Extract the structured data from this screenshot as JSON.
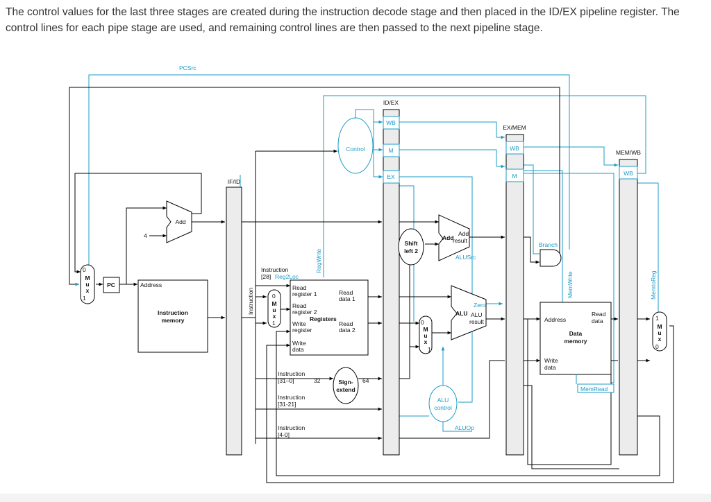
{
  "caption": "The control values for the last three stages are created during the instruction decode stage and then placed in the ID/EX pipeline register. The control lines for each pipe stage are used, and remaining control lines are then passed to the next pipeline stage.",
  "labels": {
    "pcsrc": "PCSrc",
    "id_ex": "ID/EX",
    "ex_mem": "EX/MEM",
    "mem_wb": "MEM/WB",
    "if_id": "IF/ID",
    "wb": "WB",
    "m": "M",
    "ex": "EX",
    "control": "Control",
    "add": "Add",
    "four": "4",
    "pc": "PC",
    "address": "Address",
    "instruction_memory": [
      "Instruction",
      "memory"
    ],
    "instruction_vertical": "Instruction",
    "instruction_28": [
      "Instruction",
      "[28]"
    ],
    "reg2loc": "Reg2Loc",
    "regwrite": "RegWrite",
    "read_register_1": [
      "Read",
      "register 1"
    ],
    "read_register_2": [
      "Read",
      "register 2"
    ],
    "write_register": [
      "Write",
      "register"
    ],
    "write_data": [
      "Write",
      "data"
    ],
    "read_data_1": [
      "Read",
      "data 1"
    ],
    "read_data_2": [
      "Read",
      "data 2"
    ],
    "registers": "Registers",
    "instruction_31_0": [
      "Instruction",
      "[31–0]"
    ],
    "thirty_two": "32",
    "sixty_four": "64",
    "sign_extend": [
      "Sign-",
      "extend"
    ],
    "instruction_31_21": [
      "Instruction",
      "[31-21]"
    ],
    "instruction_4_0": [
      "Instruction",
      "[4-0]"
    ],
    "shift_left_2": [
      "Shift",
      "left 2"
    ],
    "add_alu": "Add",
    "add_result": [
      "Add",
      "result"
    ],
    "alusrc": "ALUSrc",
    "alu": "ALU",
    "zero": "Zero",
    "alu_result": [
      "ALU",
      "result"
    ],
    "alu_control": [
      "ALU",
      "control"
    ],
    "aluop": "ALUOp",
    "branch": "Branch",
    "memwrite": "MemWrite",
    "memread": "MemRead",
    "memtoreg": "MemtoReg",
    "data_memory": [
      "Data",
      "memory"
    ],
    "read_data": [
      "Read",
      "data"
    ],
    "mux_m": "M",
    "mux_u": "u",
    "mux_x": "x",
    "zero_digit": "0",
    "one_digit": "1"
  },
  "colors": {
    "control_path": "#1a9bc7",
    "datapath": "#000000",
    "pipeline_register_fill": "#ececec"
  }
}
